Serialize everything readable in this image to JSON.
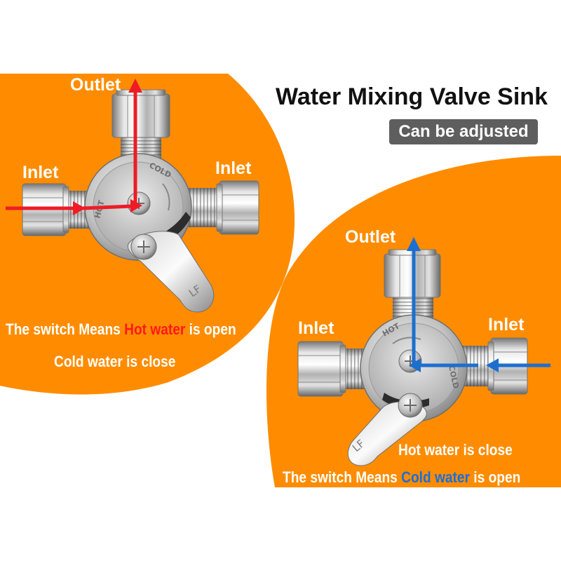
{
  "title": "Water Mixing Valve Sink",
  "badge": "Can be adjusted",
  "left_panel": {
    "outlet_label": "Outlet",
    "inlet_left_label": "Inlet",
    "inlet_right_label": "Inlet",
    "caption_line1": {
      "prefix": "The switch Means ",
      "highlight": "Hot water",
      "suffix": " is open"
    },
    "caption_line2": "Cold water is close"
  },
  "right_panel": {
    "outlet_label": "Outlet",
    "inlet_left_label": "Inlet",
    "inlet_right_label": "Inlet",
    "caption_line1": "Hot water is close",
    "caption_line2": {
      "prefix": "The switch Means ",
      "highlight": "Cold water",
      "suffix": " is open"
    }
  },
  "valve_markings": {
    "hot": "HOT",
    "cold": "COLD",
    "lf": "LF"
  },
  "colors": {
    "orange": "#ff8c00",
    "badge": "#5e5e5e",
    "hot": "#ee1c25",
    "cold": "#1c6fcf",
    "hot_text": "#ff1a1a",
    "cold_text": "#1a6fd8"
  }
}
